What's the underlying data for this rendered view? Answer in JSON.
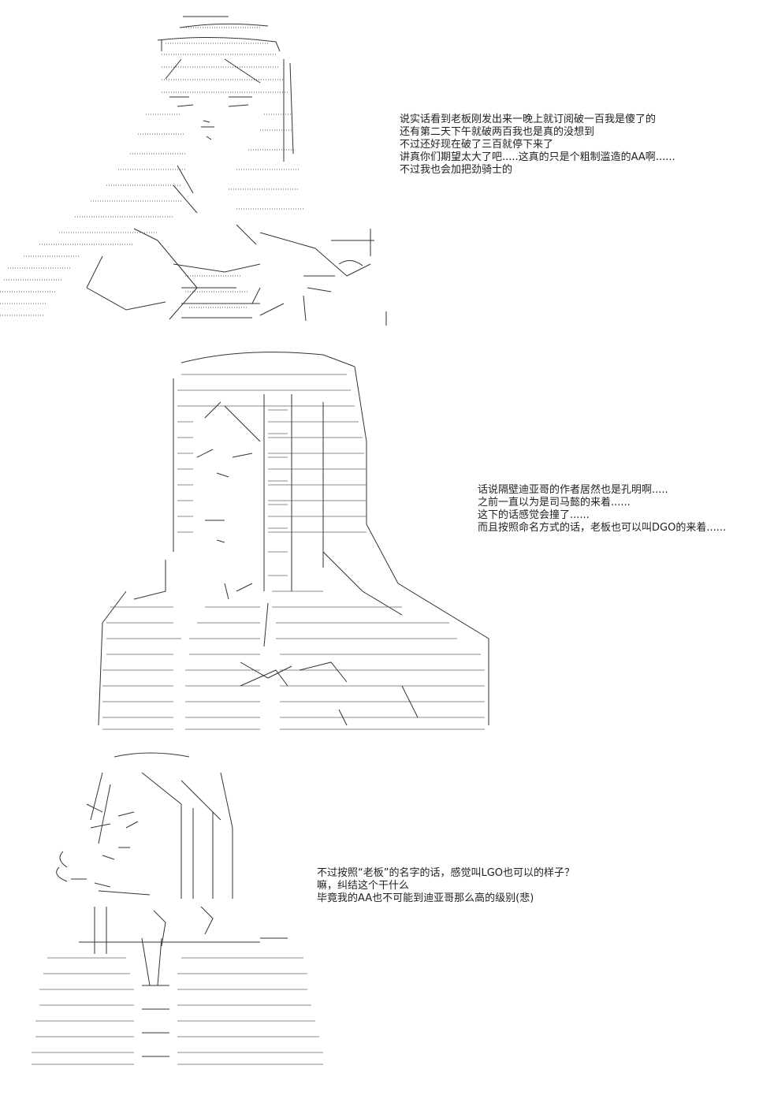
{
  "panels": [
    {
      "art_name": "long-haired-girl-ascii-art",
      "caption_lines": [
        "说实话看到老板刚发出来一晚上就订阅破一百我是傻了的",
        " 还有第二天下午就破两百我也是真的没想到",
        " 不过还好现在破了三百就停下来了",
        "  讲真你们期望太大了吧.....这真的只是个粗制滥造的AA啊......",
        "  不过我也会加把劲骑士的"
      ]
    },
    {
      "art_name": "hooded-figure-ascii-art",
      "caption_lines": [
        "话说隔壁迪亚哥的作者居然也是孔明啊.....",
        "之前一直以为是司马懿的来着......",
        "这下的话感觉会撞了......",
        " 而且按照命名方式的话，老板也可以叫DGO的来着......"
      ]
    },
    {
      "art_name": "thinking-girl-ascii-art",
      "caption_lines": [
        "不过按照“老板”的名字的话，感觉叫LGO也可以的样子？",
        "嘛，纠结这个干什么",
        "毕竟我的AA也不可能到迪亚哥那么高的级别(悲)"
      ]
    }
  ]
}
